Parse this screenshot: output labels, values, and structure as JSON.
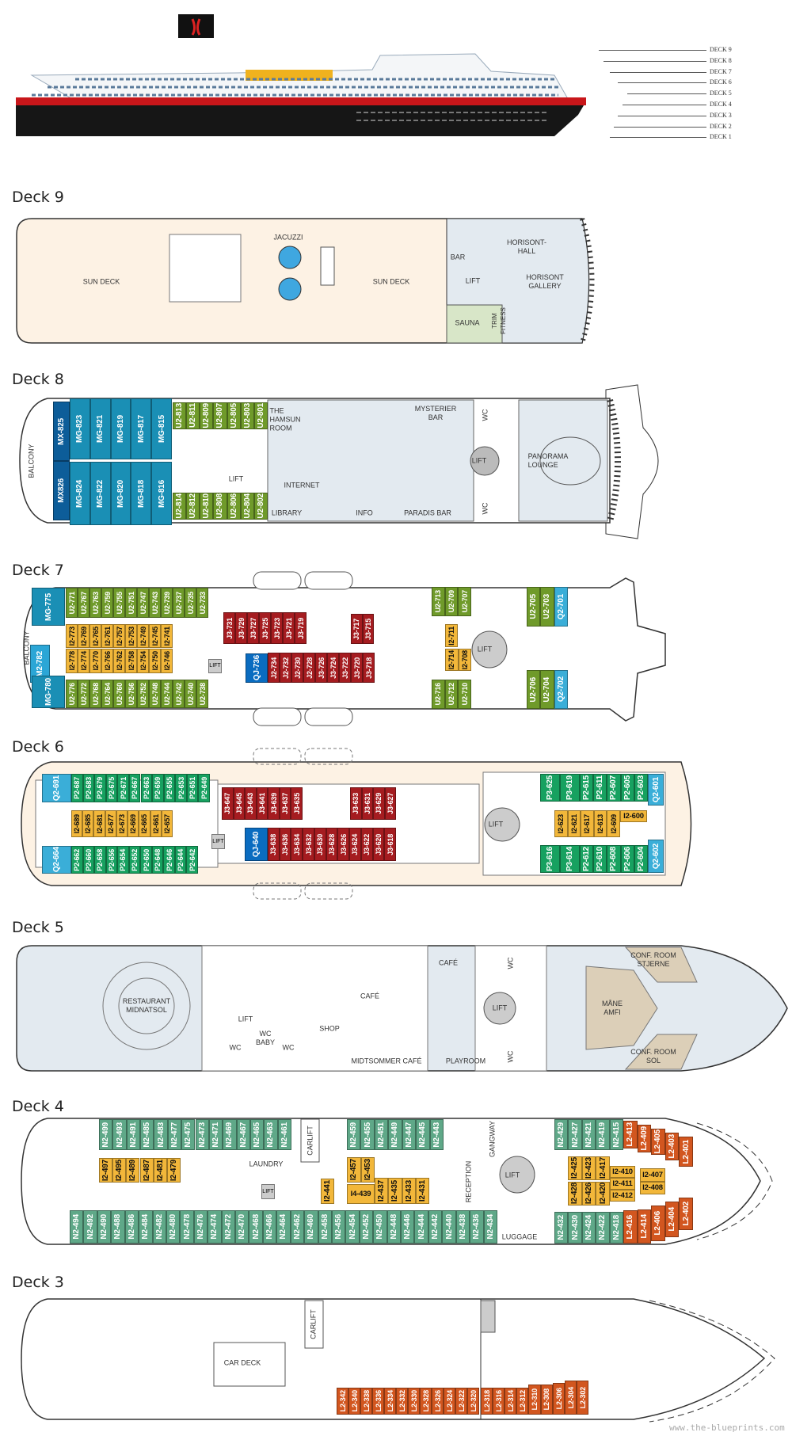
{
  "profile": {
    "deck_labels": [
      "DECK 9",
      "DECK 8",
      "DECK 7",
      "DECK 6",
      "DECK 5",
      "DECK 4",
      "DECK 3",
      "DECK 2",
      "DECK 1"
    ]
  },
  "cabin_colors": {
    "MX": "#0d5d99",
    "MG": "#1a8fb5",
    "M2": "#2ba6d6",
    "U2": "#6f9a2a",
    "I": "#f2b73a",
    "J": "#a51c20",
    "QJ": "#0a6cc0",
    "Q2": "#3aaed8",
    "P": "#17a160",
    "N2": "#5fa888",
    "L2": "#d2561f"
  },
  "decks": {
    "deck9": {
      "title": "Deck 9",
      "labels": {
        "sun_deck_aft": "SUN DECK",
        "sun_deck_fwd": "SUN DECK",
        "jacuzzi": "JACUZZI",
        "bar": "BAR",
        "lift": "LIFT",
        "horisont_hall": "HORISONT-\nHALL",
        "horisont_gallery": "HORISONT\nGALLERY",
        "sauna": "SAUNA",
        "trim_fitness": "TRIM\nFITNESS"
      }
    },
    "deck8": {
      "title": "Deck 8",
      "labels": {
        "balcony": "BALCONY",
        "hamsun": "THE\nHAMSUN\nROOM",
        "internet": "INTERNET",
        "library": "LIBRARY",
        "info": "INFO",
        "mysterier": "MYSTERIER\nBAR",
        "paradis": "PARADIS BAR",
        "wc_top": "WC",
        "wc_bot": "WC",
        "lift_aft": "LIFT",
        "lift": "LIFT",
        "panorama": "PANORAMA\nLOUNGE"
      },
      "cabin_groups": {
        "mx": [
          "MX-825",
          "MX826"
        ],
        "mg_top": [
          "MG-823",
          "MG-821",
          "MG-819",
          "MG-817",
          "MG-815"
        ],
        "mg_bot": [
          "MG-824",
          "MG-822",
          "MG-820",
          "MG-818",
          "MG-816"
        ],
        "u_top": [
          "U2-813",
          "U2-811",
          "U2-809",
          "U2-807",
          "U2-805",
          "U2-803",
          "U2-801"
        ],
        "u_bot": [
          "U2-814",
          "U2-812",
          "U2-810",
          "U2-808",
          "U2-806",
          "U2-804",
          "U2-802"
        ]
      }
    },
    "deck7": {
      "title": "Deck 7",
      "labels": {
        "balcony": "BALCONY",
        "lift_aft": "LIFT",
        "lift": "LIFT"
      },
      "cabin_groups": {
        "mg775": [
          "MG-775"
        ],
        "m2": [
          "M2-782"
        ],
        "mg780": [
          "MG-780"
        ],
        "u_top": [
          "U2-771",
          "U2-767",
          "U2-763",
          "U2-759",
          "U2-755",
          "U2-751",
          "U2-747",
          "U2-743",
          "U2-739",
          "U2-737",
          "U2-735",
          "U2-733"
        ],
        "i_top": [
          "I2-773",
          "I2-769",
          "I2-765",
          "I2-761",
          "I2-757",
          "I2-753",
          "I2-749",
          "I2-745",
          "I2-741"
        ],
        "i_bot": [
          "I2-778",
          "I2-774",
          "I2-770",
          "I2-766",
          "I2-762",
          "I2-758",
          "I2-754",
          "I2-750",
          "I2-746"
        ],
        "u_bot": [
          "U2-776",
          "U2-772",
          "U2-768",
          "U2-764",
          "U2-760",
          "U2-756",
          "U2-752",
          "U2-748",
          "U2-744",
          "U2-742",
          "U2-740",
          "U2-738"
        ],
        "j_top": [
          "J3-731",
          "J3-729",
          "J3-727",
          "J3-725",
          "J3-723",
          "J3-721",
          "J3-719"
        ],
        "j_top2": [
          "J3-717",
          "J3-715"
        ],
        "qj": [
          "QJ-736"
        ],
        "j_bot": [
          "J2-734",
          "J2-732",
          "J2-730",
          "J2-728",
          "J3-726",
          "J3-724",
          "J3-722",
          "J3-720",
          "J3-718"
        ],
        "u_fwd_top": [
          "U2-713",
          "U2-709",
          "U2-707"
        ],
        "i711": [
          "I2-711"
        ],
        "i_pair": [
          "I2-714",
          "I2-708"
        ],
        "u_fwd_bot": [
          "U2-716",
          "U2-712",
          "U2-710"
        ],
        "u_bow_top": [
          "U2-705",
          "U2-703",
          "Q2-701"
        ],
        "u_bow_bot": [
          "U2-706",
          "U2-704",
          "Q2-702"
        ]
      }
    },
    "deck6": {
      "title": "Deck 6",
      "labels": {
        "lift_aft": "LIFT",
        "lift": "LIFT"
      },
      "cabin_groups": {
        "q_top": [
          "Q2-691"
        ],
        "p_top": [
          "P2-687",
          "P2-683",
          "P2-679",
          "P2-675",
          "P2-671",
          "P2-667",
          "P2-663",
          "P2-659",
          "P2-655",
          "P2-653",
          "P2-651",
          "P2-649"
        ],
        "i": [
          "I2-689",
          "I2-685",
          "I2-681",
          "I2-677",
          "I2-673",
          "I2-669",
          "I2-665",
          "I2-661",
          "I2-657"
        ],
        "q_bot": [
          "Q2-664"
        ],
        "p_bot": [
          "P2-662",
          "P2-660",
          "P2-658",
          "P2-656",
          "P2-654",
          "P2-652",
          "P2-650",
          "P2-648",
          "P2-646",
          "P2-644",
          "P2-642"
        ],
        "j_top": [
          "J3-647",
          "J3-645",
          "J3-643",
          "J3-641",
          "J3-639",
          "J3-637",
          "J3-635"
        ],
        "j_top2": [
          "J3-633",
          "J3-631",
          "J3-629",
          "J3-627"
        ],
        "qj": [
          "QJ-640"
        ],
        "j_bot": [
          "J3-638",
          "J3-636",
          "J3-634",
          "J3-632",
          "J3-630",
          "J3-628",
          "J3-626",
          "J3-624",
          "J3-622",
          "J3-620",
          "J3-618"
        ],
        "p3_top": [
          "P3-625",
          "P3-619"
        ],
        "p_fwd_top": [
          "P2-615",
          "P2-611",
          "P2-607",
          "P2-605",
          "P2-603"
        ],
        "q601": [
          "Q2-601"
        ],
        "i_fwd": [
          "I2-623",
          "I2-621",
          "I2-617",
          "I2-613",
          "I2-609"
        ],
        "i600": [
          "I2-600"
        ],
        "p3_bot": [
          "P3-616",
          "P3-614"
        ],
        "p_fwd_bot": [
          "P2-612",
          "P2-610",
          "P2-608",
          "P2-606",
          "P2-604"
        ],
        "q602": [
          "Q2-602"
        ]
      }
    },
    "deck5": {
      "title": "Deck 5",
      "labels": {
        "restaurant": "RESTAURANT\nMIDNATSOL",
        "lift_aft": "LIFT",
        "wc_baby": "WC\nBABY",
        "wc1": "WC",
        "wc2": "WC",
        "shop": "SHOP",
        "cafe1": "CAFÉ",
        "cafe2": "CAFÉ",
        "midtsommer": "MIDTSOMMER CAFÉ",
        "playroom": "PLAYROOM",
        "lift": "LIFT",
        "wc3": "WC",
        "wc4": "WC",
        "amfi": "MÅNE\nAMFI",
        "conf_stjerne": "CONF. ROOM\nSTJERNE",
        "conf_sol": "CONF. ROOM\nSOL"
      }
    },
    "deck4": {
      "title": "Deck 4",
      "labels": {
        "carlift": "CARLIFT",
        "laundry": "LAUNDRY",
        "lift_aft": "LIFT",
        "reception": "RECEPTION",
        "gangway": "GANGWAY",
        "lift": "LIFT",
        "luggage": "LUGGAGE"
      },
      "cabin_groups": {
        "n_top": [
          "N2-499",
          "N2-493",
          "N2-491",
          "N2-485",
          "N2-483",
          "N2-477",
          "N2-475",
          "N2-473",
          "N2-471",
          "N2-469",
          "N2-467",
          "N2-465",
          "N2-463",
          "N2-461"
        ],
        "n_top2": [
          "N2-459",
          "N2-455",
          "N2-451",
          "N2-449",
          "N2-447",
          "N2-445",
          "N2-443"
        ],
        "i_aft": [
          "I2-497",
          "I2-495",
          "I2-489",
          "I2-487",
          "I2-481",
          "I2-479"
        ],
        "i441": [
          "I2-441"
        ],
        "i_pair": [
          "I2-457",
          "I2-453"
        ],
        "i439": [
          "I4-439"
        ],
        "i_mid": [
          "I2-437",
          "I2-435",
          "I2-433",
          "I2-431"
        ],
        "n_bot": [
          "N2-494",
          "N2-492",
          "N2-490",
          "N2-488",
          "N2-486",
          "N2-484",
          "N2-482",
          "N2-480",
          "N2-478",
          "N2-476",
          "N2-474",
          "N2-472",
          "N2-470",
          "N2-468",
          "N2-466",
          "N2-464",
          "N2-462",
          "N2-460",
          "N2-458",
          "N2-456",
          "N2-454",
          "N2-452",
          "N2-450",
          "N2-448",
          "N2-446",
          "N2-444",
          "N2-442",
          "N2-440",
          "N2-438",
          "N2-436",
          "N2-434"
        ],
        "n_fwd_top": [
          "N2-429",
          "N2-427",
          "N2-421",
          "N2-419",
          "N2-415"
        ],
        "l_top": [
          "L2-413",
          "L2-409",
          "L2-405",
          "L2-403",
          "L2-401"
        ],
        "i_fwd_top": [
          "I2-425",
          "I2-423",
          "I2-417"
        ],
        "i_fwd_bot": [
          "I2-428",
          "I2-426",
          "I2-420"
        ],
        "i_col": [
          "I2-410",
          "I2-411",
          "I2-412"
        ],
        "i_col2": [
          "I2-407",
          "I2-408"
        ],
        "n_fwd_bot": [
          "N2-432",
          "N2-430",
          "N2-424",
          "N2-422",
          "N2-418"
        ],
        "l_bot": [
          "L2-416",
          "L2-414",
          "L2-406",
          "L2-404",
          "L2-402"
        ]
      }
    },
    "deck3": {
      "title": "Deck 3",
      "labels": {
        "carlift": "CARLIFT",
        "car_deck": "CAR DECK"
      },
      "cabin_groups": {
        "l1": [
          "L2-342",
          "L2-340",
          "L2-338",
          "L2-336",
          "L2-334",
          "L2-332",
          "L2-330",
          "L2-328",
          "L2-326",
          "L2-324",
          "L2-322",
          "L2-320"
        ],
        "l2": [
          "L2-318",
          "L2-316",
          "L2-314",
          "L2-312"
        ],
        "l3": [
          "L2-310",
          "L2-308"
        ],
        "l4": [
          "L2-306"
        ],
        "l5": [
          "L2-304",
          "L2-302"
        ]
      }
    }
  },
  "watermark": "www.the-blueprints.com"
}
